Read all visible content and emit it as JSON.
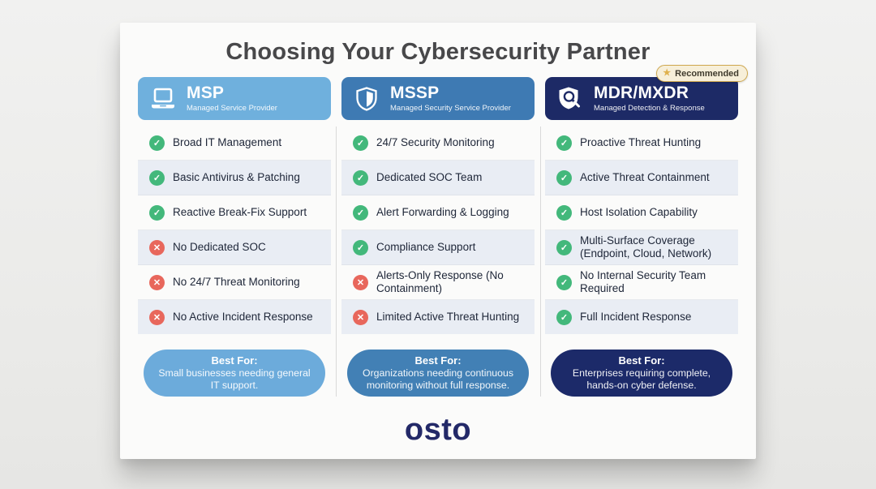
{
  "page": {
    "title": "Choosing Your Cybersecurity Partner"
  },
  "badge": {
    "label": "Recommended",
    "star": "★"
  },
  "logo": {
    "text": "osto"
  },
  "colors": {
    "msp_header": "#6fb0dd",
    "mssp_header": "#3e7ab3",
    "mdr_header": "#1d2a66",
    "check_green": "#43b87b",
    "cross_red": "#e8675c",
    "row_shade": "#e9edf4",
    "logo_navy": "#232968",
    "badge_border_gold": "#cfa84f"
  },
  "columns": [
    {
      "id": "msp",
      "name": "MSP",
      "subtitle": "Managed Service Provider",
      "icon": "laptop-icon",
      "header_color": "#6fb0dd",
      "pill_color": "#6cabdb",
      "features": [
        {
          "text": "Broad IT Management",
          "status": "check"
        },
        {
          "text": "Basic Antivirus & Patching",
          "status": "check"
        },
        {
          "text": "Reactive Break-Fix Support",
          "status": "check"
        },
        {
          "text": "No Dedicated SOC",
          "status": "cross"
        },
        {
          "text": "No 24/7 Threat Monitoring",
          "status": "cross"
        },
        {
          "text": "No Active Incident Response",
          "status": "cross"
        }
      ],
      "best_for": {
        "label": "Best For:",
        "text": "Small businesses needing general IT support."
      }
    },
    {
      "id": "mssp",
      "name": "MSSP",
      "subtitle": "Managed Security Service Provider",
      "icon": "shield-icon",
      "header_color": "#3e7ab3",
      "pill_color": "#4280b5",
      "features": [
        {
          "text": "24/7 Security Monitoring",
          "status": "check"
        },
        {
          "text": "Dedicated SOC Team",
          "status": "check"
        },
        {
          "text": "Alert Forwarding & Logging",
          "status": "check"
        },
        {
          "text": "Compliance Support",
          "status": "check"
        },
        {
          "text": "Alerts-Only Response (No Containment)",
          "status": "cross"
        },
        {
          "text": "Limited Active Threat Hunting",
          "status": "cross"
        }
      ],
      "best_for": {
        "label": "Best For:",
        "text": "Organizations needing continuous monitoring without full response."
      }
    },
    {
      "id": "mdr",
      "name": "MDR/MXDR",
      "subtitle": "Managed Detection & Response",
      "icon": "shield-magnifier-icon",
      "header_color": "#1d2a66",
      "pill_color": "#1c2a69",
      "features": [
        {
          "text": "Proactive Threat Hunting",
          "status": "check"
        },
        {
          "text": "Active Threat Containment",
          "status": "check"
        },
        {
          "text": "Host Isolation Capability",
          "status": "check"
        },
        {
          "text": "Multi-Surface Coverage (Endpoint, Cloud, Network)",
          "status": "check"
        },
        {
          "text": "No Internal Security Team Required",
          "status": "check"
        },
        {
          "text": "Full Incident Response",
          "status": "check"
        }
      ],
      "best_for": {
        "label": "Best For:",
        "text": "Enterprises requiring complete, hands-on cyber defense."
      }
    }
  ]
}
